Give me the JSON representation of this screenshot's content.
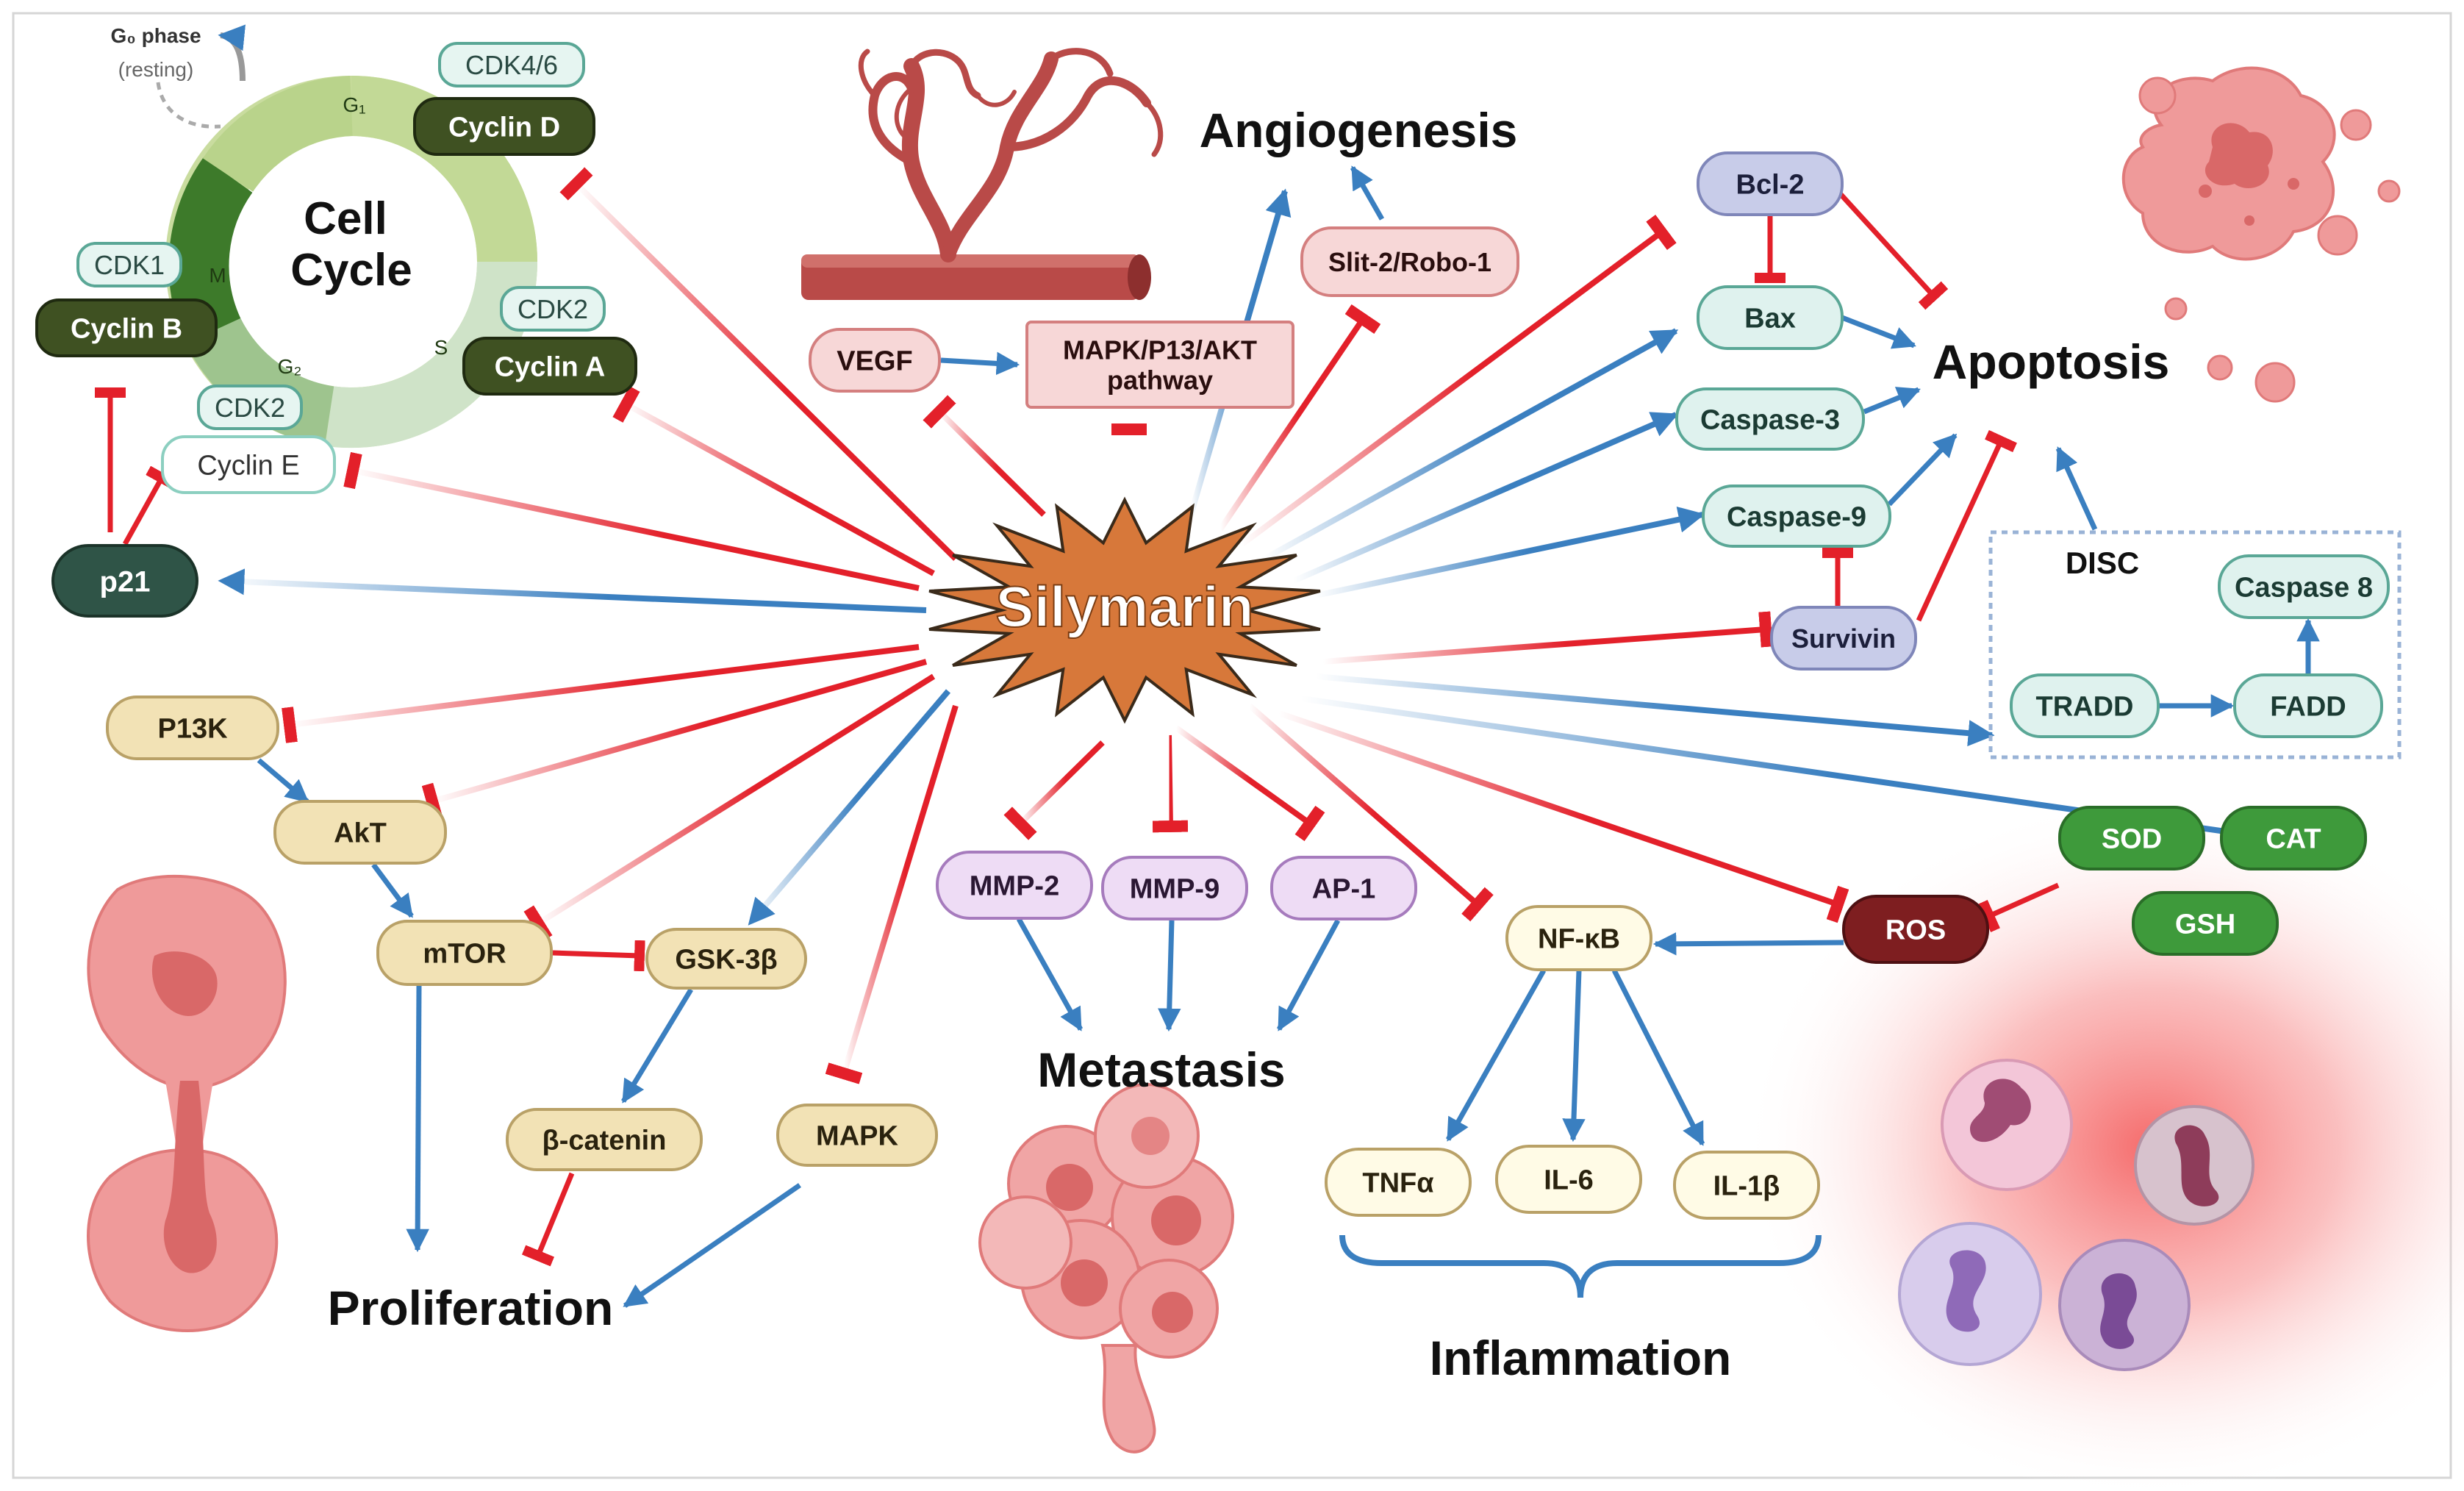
{
  "cell_cycle": {
    "title_line1": "Cell",
    "title_line2": "Cycle",
    "g0_label": "G₀ phase",
    "g0_sub": "(resting)",
    "phase_g1": "G₁",
    "phase_s": "S",
    "phase_g2": "G₂",
    "phase_m": "M"
  },
  "labels": {
    "center": "Silymarin",
    "angiogenesis": "Angiogenesis",
    "apoptosis": "Apoptosis",
    "metastasis": "Metastasis",
    "proliferation": "Proliferation",
    "inflammation": "Inflammation",
    "disc": "DISC"
  },
  "nodes": {
    "cdk46": "CDK4/6",
    "cyclin_d": "Cyclin D",
    "cdk1": "CDK1",
    "cyclin_b": "Cyclin B",
    "cdk2_a": "CDK2",
    "cyclin_a": "Cyclin A",
    "cdk2_e": "CDK2",
    "cyclin_e": "Cyclin E",
    "p21": "p21",
    "vegf": "VEGF",
    "mapk_pathway_line1": "MAPK/P13/AKT",
    "mapk_pathway_line2": "pathway",
    "slit2": "Slit-2/Robo-1",
    "bcl2": "Bcl-2",
    "bax": "Bax",
    "caspase3": "Caspase-3",
    "caspase9": "Caspase-9",
    "survivin": "Survivin",
    "caspase8": "Caspase 8",
    "tradd": "TRADD",
    "fadd": "FADD",
    "p13k": "P13K",
    "akt": "AkT",
    "mtor": "mTOR",
    "gsk3b": "GSK-3β",
    "bcatenin": "β-catenin",
    "mapk": "MAPK",
    "mmp2": "MMP-2",
    "mmp9": "MMP-9",
    "ap1": "AP-1",
    "nfkb": "NF-κB",
    "ros": "ROS",
    "sod": "SOD",
    "cat": "CAT",
    "gsh": "GSH",
    "tnfa": "TNFα",
    "il6": "IL-6",
    "il1b": "IL-1β"
  },
  "colors": {
    "activation_arrow": "#3a7fc0",
    "inhibition_arrow": "#e3202a",
    "center_fill": "#d7783a",
    "teal_node": "#dff2ee",
    "dark_olive_node": "#3f5122",
    "tan_node": "#f2e2b5",
    "purple_node": "#eedcf5",
    "pink_node": "#f7d7d7",
    "lavender_node": "#c8cce9",
    "green_node": "#3e9a3b",
    "maroon_node": "#7e1e20"
  }
}
